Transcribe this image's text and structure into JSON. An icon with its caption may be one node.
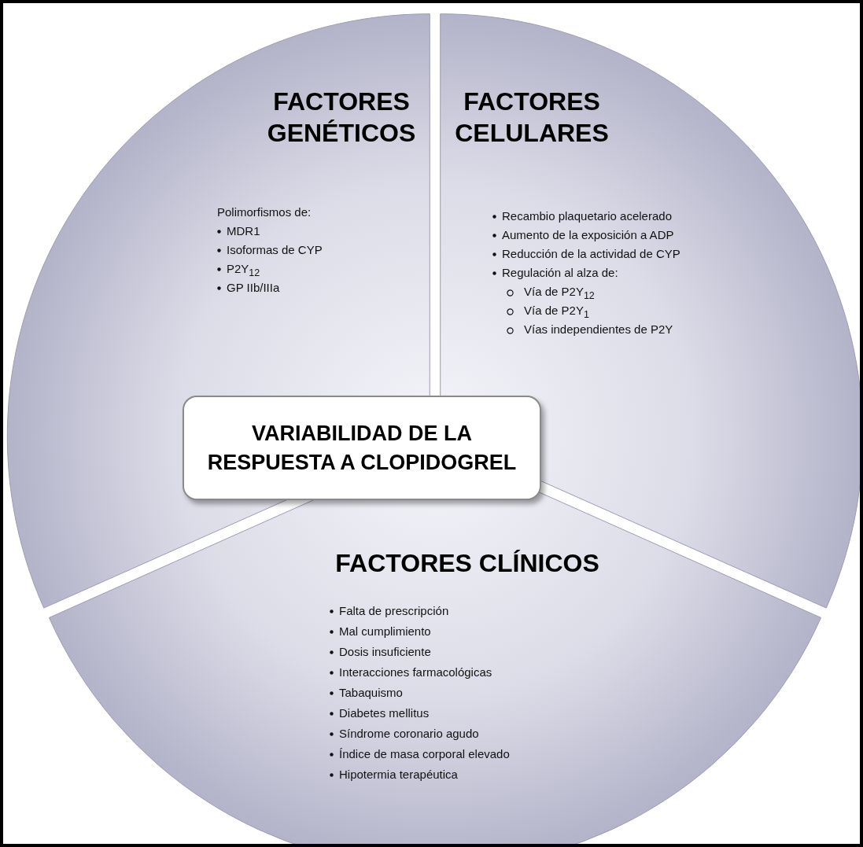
{
  "diagram": {
    "nodes": [
      {
        "text": [
          "FACTORES GENÉTICOS",
          "Polimorfismos de:",
          "MDR1",
          "Isoformas de CYP",
          "P2Y$_{12}$",
          "GP IIb/IIIa"
        ]
      },
      {
        "text": [
          "FACTORES CELULARES",
          "Recambio plaquetario acelerado",
          "Aumento de la exposición a ADP",
          "Reducción de la actividad de CYP",
          "Regulación al alza de:",
          "Vía de P2Y$_{12}$",
          "Vía de P2Y$_{1}$",
          "Vías independientes de P2Y"
        ]
      },
      {
        "text": [
          "VARIABILIDAD DE LA RESPUESTA A CLOPIDOGREL"
        ]
      },
      {
        "text": [
          "FACTORES CLÍNICOS",
          "Falta de prescripción",
          "Mal cumplimiento",
          "Dosis insuficiente",
          "Interacciones farmacológicas",
          "Tabaquismo",
          "Diabetes mellitus",
          "Síndrome coronario agudo",
          "Índice de masa corporal elevado",
          "Hipotermia terapéutica"
        ]
      }
    ]
  }
}
